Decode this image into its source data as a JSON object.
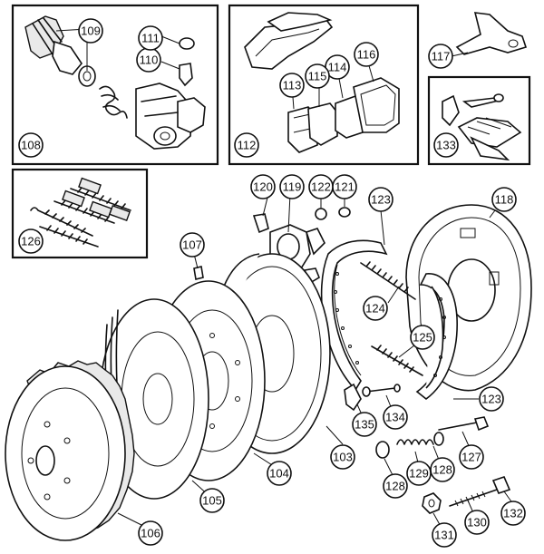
{
  "diagram": {
    "callouts": [
      {
        "id": "c108",
        "label": "108"
      },
      {
        "id": "c109",
        "label": "109"
      },
      {
        "id": "c110",
        "label": "110"
      },
      {
        "id": "c111",
        "label": "111"
      },
      {
        "id": "c112",
        "label": "112"
      },
      {
        "id": "c113",
        "label": "113"
      },
      {
        "id": "c114",
        "label": "114"
      },
      {
        "id": "c115",
        "label": "115"
      },
      {
        "id": "c116",
        "label": "116"
      },
      {
        "id": "c117",
        "label": "117"
      },
      {
        "id": "c133",
        "label": "133"
      },
      {
        "id": "c126",
        "label": "126"
      },
      {
        "id": "c107",
        "label": "107"
      },
      {
        "id": "c120",
        "label": "120"
      },
      {
        "id": "c119",
        "label": "119"
      },
      {
        "id": "c122",
        "label": "122"
      },
      {
        "id": "c121",
        "label": "121"
      },
      {
        "id": "c123a",
        "label": "123"
      },
      {
        "id": "c118",
        "label": "118"
      },
      {
        "id": "c124",
        "label": "124"
      },
      {
        "id": "c125",
        "label": "125"
      },
      {
        "id": "c123b",
        "label": "123"
      },
      {
        "id": "c103",
        "label": "103"
      },
      {
        "id": "c104",
        "label": "104"
      },
      {
        "id": "c105",
        "label": "105"
      },
      {
        "id": "c106",
        "label": "106"
      },
      {
        "id": "c135",
        "label": "135"
      },
      {
        "id": "c134",
        "label": "134"
      },
      {
        "id": "c127",
        "label": "127"
      },
      {
        "id": "c128a",
        "label": "128"
      },
      {
        "id": "c129",
        "label": "129"
      },
      {
        "id": "c128b",
        "label": "128"
      },
      {
        "id": "c131",
        "label": "131"
      },
      {
        "id": "c130",
        "label": "130"
      },
      {
        "id": "c132",
        "label": "132"
      }
    ]
  }
}
